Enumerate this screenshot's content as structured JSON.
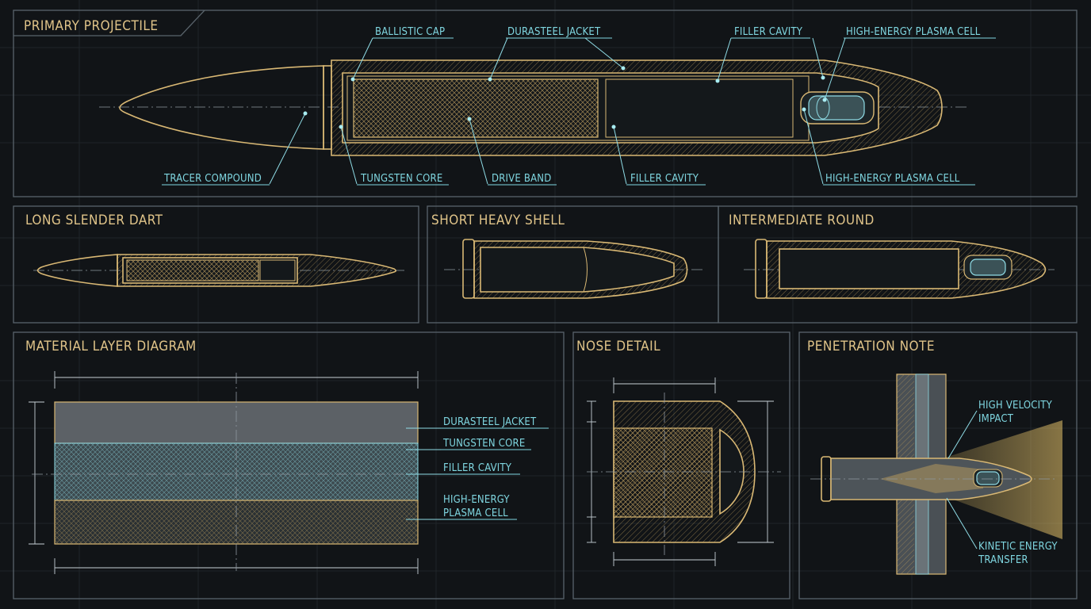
{
  "panels": {
    "primary": {
      "title": "PRIMARY PROJECTILE",
      "labels": {
        "ballistic_cap": "BALLISTIC CAP",
        "durasteel_jacket": "DURASTEEL JACKET",
        "filler_cavity_top": "FILLER CAVITY",
        "plasma_cell_top": "HIGH-ENERGY PLASMA CELL",
        "tracer_compound": "TRACER COMPOUND",
        "tungsten_core": "TUNGSTEN CORE",
        "drive_band": "DRIVE BAND",
        "filler_cavity_bottom": "FILLER CAVITY",
        "plasma_cell_bottom": "HIGH-ENERGY PLASMA CELL"
      }
    },
    "dart": {
      "title": "LONG SLENDER DART"
    },
    "shell": {
      "title": "SHORT HEAVY SHELL"
    },
    "intermediate": {
      "title": "INTERMEDIATE ROUND"
    },
    "material": {
      "title": "MATERIAL LAYER DIAGRAM",
      "layers": {
        "jacket": "DURASTEEL JACKET",
        "core": "TUNGSTEN CORE",
        "filler": "FILLER CAVITY",
        "plasma_1": "HIGH-ENERGY",
        "plasma_2": "PLASMA CELL"
      }
    },
    "nose": {
      "title": "NOSE DETAIL"
    },
    "penetration": {
      "title": "PENETRATION NOTE",
      "impact_1": "HIGH VELOCITY",
      "impact_2": "IMPACT",
      "transfer_1": "KINETIC ENERGY",
      "transfer_2": "TRANSFER"
    }
  },
  "colors": {
    "background": "#111417",
    "outline": "#d9b874",
    "annotation": "#7fd6e0",
    "title": "#e0c489"
  }
}
